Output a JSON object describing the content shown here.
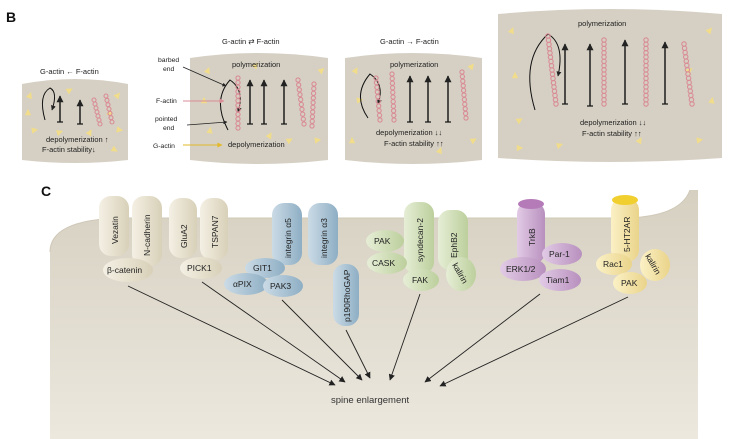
{
  "panel_b": {
    "label": "B",
    "spines": [
      {
        "top_label": "G-actin ← F-actin",
        "bottom_lines": [
          "depolymerization ↑",
          "F-actin stability↓"
        ]
      },
      {
        "top_label": "G-actin ⇄ F-actin",
        "mid_top": "polymerization",
        "mid_bottom": "depolymerization",
        "callouts": {
          "barbed": [
            "barbed",
            "end"
          ],
          "factin": "F-actin",
          "pointed": [
            "pointed",
            "end"
          ],
          "gactin": "G-actin"
        }
      },
      {
        "top_label": "G-actin → F-actin",
        "mid_top": "polymerization",
        "bottom_lines": [
          "depolymerization ↓↓",
          "F-actin stability ↑↑"
        ]
      },
      {
        "mid_top": "polymerization",
        "bottom_lines": [
          "depolymerization ↓↓",
          "F-actin stability ↑↑"
        ]
      }
    ]
  },
  "panel_c": {
    "label": "C",
    "groups": [
      {
        "receptors": [
          "Vezatin",
          "N-cadherin"
        ],
        "adaptors": [
          "β-catenin"
        ]
      },
      {
        "receptors": [
          "GluA2",
          "TSPAN7"
        ],
        "adaptors": [
          "PICK1"
        ]
      },
      {
        "receptors": [
          "integrin α5",
          "integrin α3"
        ],
        "adaptors": [
          "GIT1",
          "αPIX",
          "PAK3",
          "p190RhoGAP"
        ]
      },
      {
        "receptors": [
          "syndecan-2",
          "EphB2"
        ],
        "adaptors": [
          "PAK",
          "CASK",
          "FAK",
          "kalirin"
        ]
      },
      {
        "receptors": [
          "TrkB"
        ],
        "adaptors": [
          "Par-1",
          "ERK1/2",
          "Tiam1"
        ]
      },
      {
        "receptors": [
          "5-HT2AR"
        ],
        "adaptors": [
          "Rac1",
          "kalirin",
          "PAK"
        ]
      }
    ],
    "outcome": "spine enlargement"
  },
  "colors": {
    "spine_fill": "#d6d0c4",
    "spine_fill_c": "#ddd8cc",
    "filament": "#d98c95",
    "g_actin": "#f0dc8a",
    "group_beige": "#e8e1cc",
    "group_blue": "#a9c2d4",
    "group_green": "#cfdcb3",
    "group_purple": "#c9a8cf",
    "group_yellow": "#f3e3a0",
    "group_yellow_cap": "#f1cf2e",
    "trkb_cap": "#b57bb9"
  }
}
